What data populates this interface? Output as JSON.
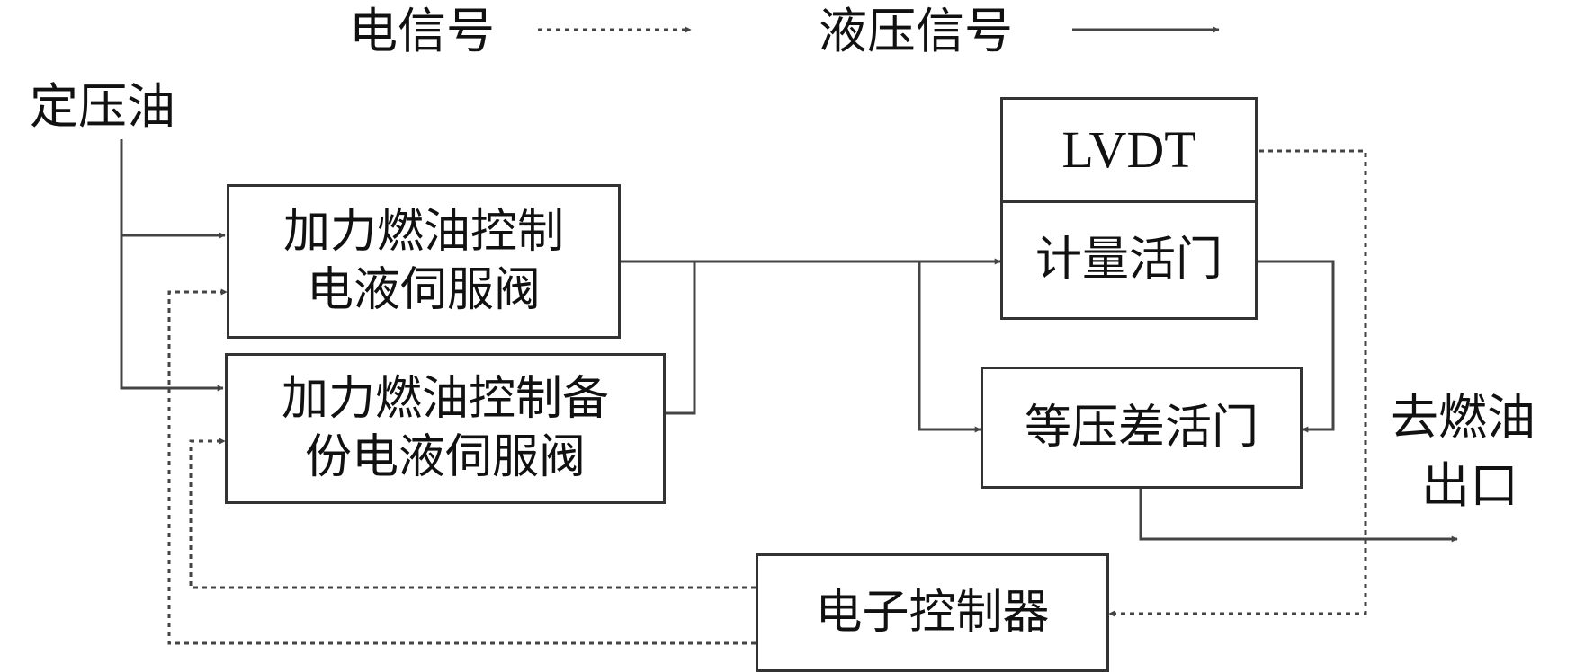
{
  "legend": {
    "electric_signal": "电信号",
    "hydraulic_signal": "液压信号"
  },
  "inputs": {
    "constant_pressure_oil": "定压油"
  },
  "outputs": {
    "to_fuel_outlet_line1": "去燃油",
    "to_fuel_outlet_line2": "出口"
  },
  "boxes": {
    "servo_primary": {
      "line1": "加力燃油控制",
      "line2": "电液伺服阀"
    },
    "servo_backup": {
      "line1": "加力燃油控制备",
      "line2": "份电液伺服阀"
    },
    "lvdt": "LVDT",
    "metering_valve": "计量活门",
    "pressure_diff_valve": "等压差活门",
    "electronic_controller": "电子控制器"
  },
  "colors": {
    "line": "#444444",
    "text": "#111111"
  }
}
